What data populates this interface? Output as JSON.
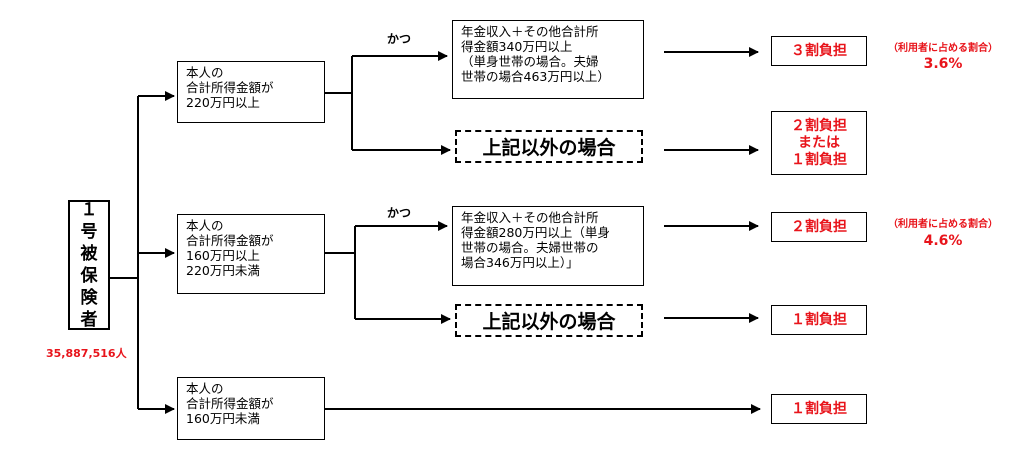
{
  "root": {
    "label": "１号被保険者",
    "count": "35,887,516人"
  },
  "conditions": [
    {
      "text": "本人の\n合計所得金額が\n220万円以上"
    },
    {
      "text": "本人の\n合計所得金額が\n160万円以上\n220万円未満"
    },
    {
      "text": "本人の\n合計所得金額が\n160万円未満"
    }
  ],
  "and_label": "かつ",
  "sub_conditions": [
    {
      "text": "年金収入＋その他合計所\n得金額340万円以上\n（単身世帯の場合。夫婦\n世帯の場合463万円以上）"
    },
    {
      "text": "年金収入＋その他合計所\n得金額280万円以上（単身\n世帯の場合。夫婦世帯の\n場合346万円以上）」"
    }
  ],
  "otherwise_label": "上記以外の場合",
  "results": [
    {
      "text": "３割負担"
    },
    {
      "text": "２割負担\nまたは\n１割負担"
    },
    {
      "text": "２割負担"
    },
    {
      "text": "１割負担"
    },
    {
      "text": "１割負担"
    }
  ],
  "share_note": "（利用者に占める割合）",
  "shares": [
    "3.6%",
    "4.6%"
  ],
  "colors": {
    "accent": "#e8141b",
    "line": "#000000"
  }
}
